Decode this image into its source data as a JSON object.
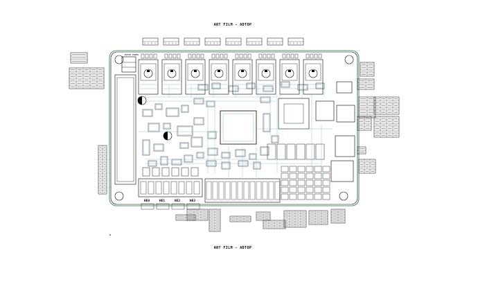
{
  "page": {
    "title_top": "ART FILM - ADTOP",
    "title_bottom": "ART FILM - ADTOP"
  },
  "board": {
    "motor_power_label": "MOTOR POWER",
    "heater_labels": [
      "HE0",
      "HE1",
      "HE2",
      "HE3"
    ],
    "stepper_driver_count": 8
  },
  "colors": {
    "outline": "#000000",
    "board_edge": "#1f7a3f",
    "trace": "#6aa9c7",
    "fill_dark": "#000000",
    "background": "#ffffff"
  }
}
